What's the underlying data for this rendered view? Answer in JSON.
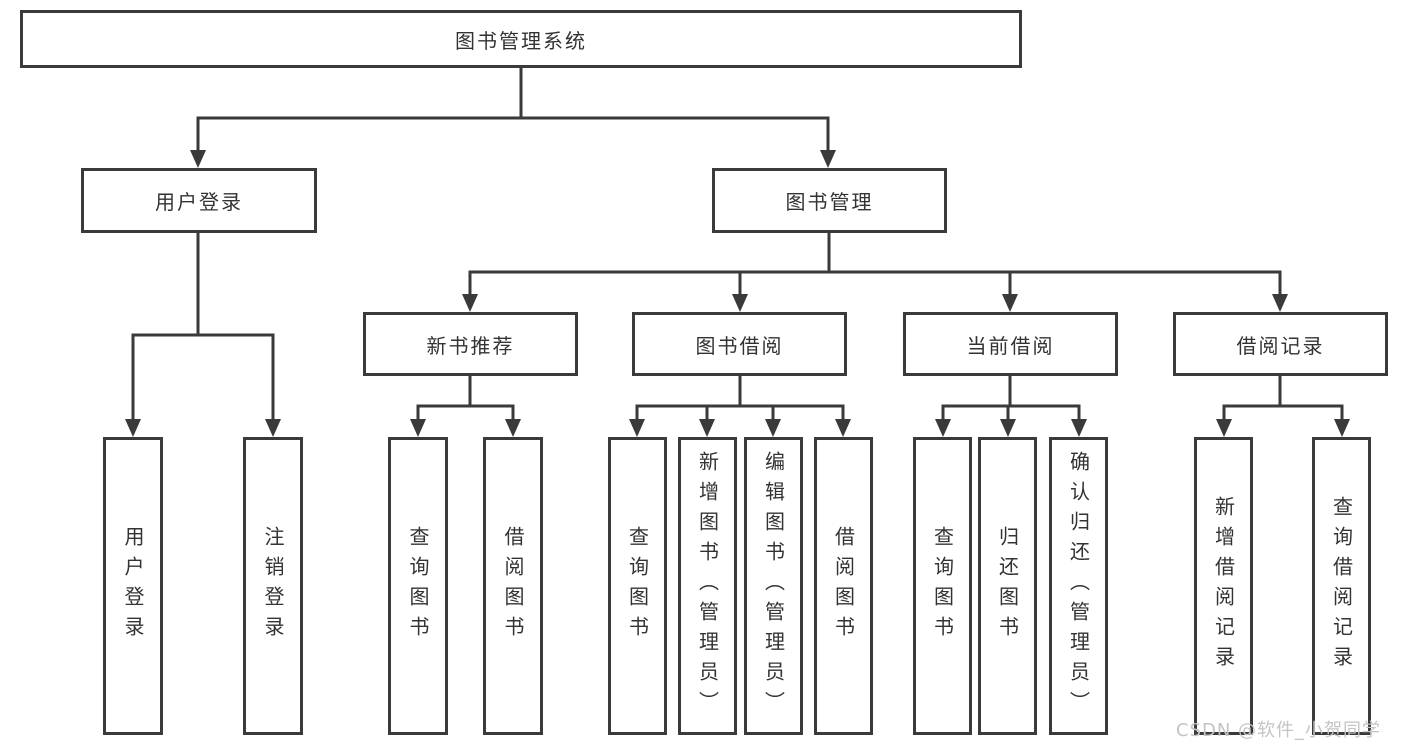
{
  "diagram": {
    "title": "图书管理系统",
    "type": "hierarchy-tree",
    "colors": {
      "line": "#3a3a3a",
      "box_border": "#3a3a3a",
      "text": "#333333",
      "background": "#ffffff",
      "watermark": "#c4c4c4"
    },
    "tree": {
      "label": "图书管理系统",
      "children": [
        {
          "label": "用户登录",
          "children": [
            {
              "label": "用户登录"
            },
            {
              "label": "注销登录"
            }
          ]
        },
        {
          "label": "图书管理",
          "children": [
            {
              "label": "新书推荐",
              "children": [
                {
                  "label": "查询图书"
                },
                {
                  "label": "借阅图书"
                }
              ]
            },
            {
              "label": "图书借阅",
              "children": [
                {
                  "label": "查询图书"
                },
                {
                  "label": "新增图书（管理员）"
                },
                {
                  "label": "编辑图书（管理员）"
                },
                {
                  "label": "借阅图书"
                }
              ]
            },
            {
              "label": "当前借阅",
              "children": [
                {
                  "label": "查询图书"
                },
                {
                  "label": "归还图书"
                },
                {
                  "label": "确认归还（管理员）"
                }
              ]
            },
            {
              "label": "借阅记录",
              "children": [
                {
                  "label": "新增借阅记录"
                },
                {
                  "label": "查询借阅记录"
                }
              ]
            }
          ]
        }
      ]
    },
    "watermark": "CSDN @软件_小贺同学"
  }
}
